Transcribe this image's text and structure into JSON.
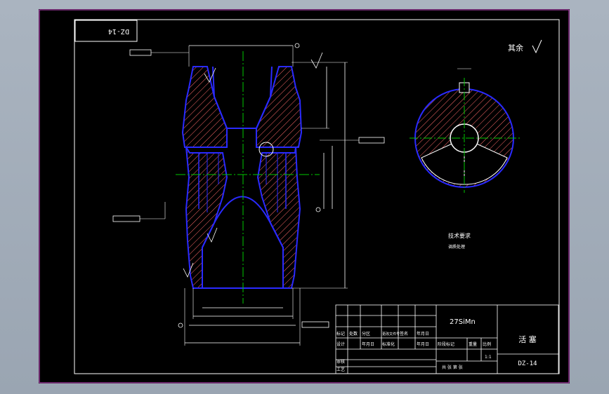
{
  "drawing": {
    "number_mirrored": "DZ-14",
    "number": "DZ-14",
    "part_name": "活 塞",
    "material": "27SiMn",
    "roughness_note": "其余",
    "tech_req_title": "技术要求",
    "tech_req_note": "调质处理",
    "scale": "1:1",
    "sheets": "共  张  第  张"
  },
  "title_block": {
    "row1": [
      "标记",
      "处数",
      "分区",
      "更改文件号",
      "签名",
      "年月日"
    ],
    "row2": [
      "设计",
      "",
      "年月日",
      "标准化",
      "",
      "年月日"
    ],
    "row3": [
      "审核"
    ],
    "row4": [
      "工艺"
    ],
    "headers": [
      "阶段标记",
      "重量",
      "比例"
    ]
  },
  "colors": {
    "sheet": "#000000",
    "frame": "#ffffff",
    "outer_frame": "#d64fd6",
    "outline": "#2a2aff",
    "hatch": "#ff6a6a",
    "centerline": "#00c800",
    "dimension": "#ffffff"
  }
}
